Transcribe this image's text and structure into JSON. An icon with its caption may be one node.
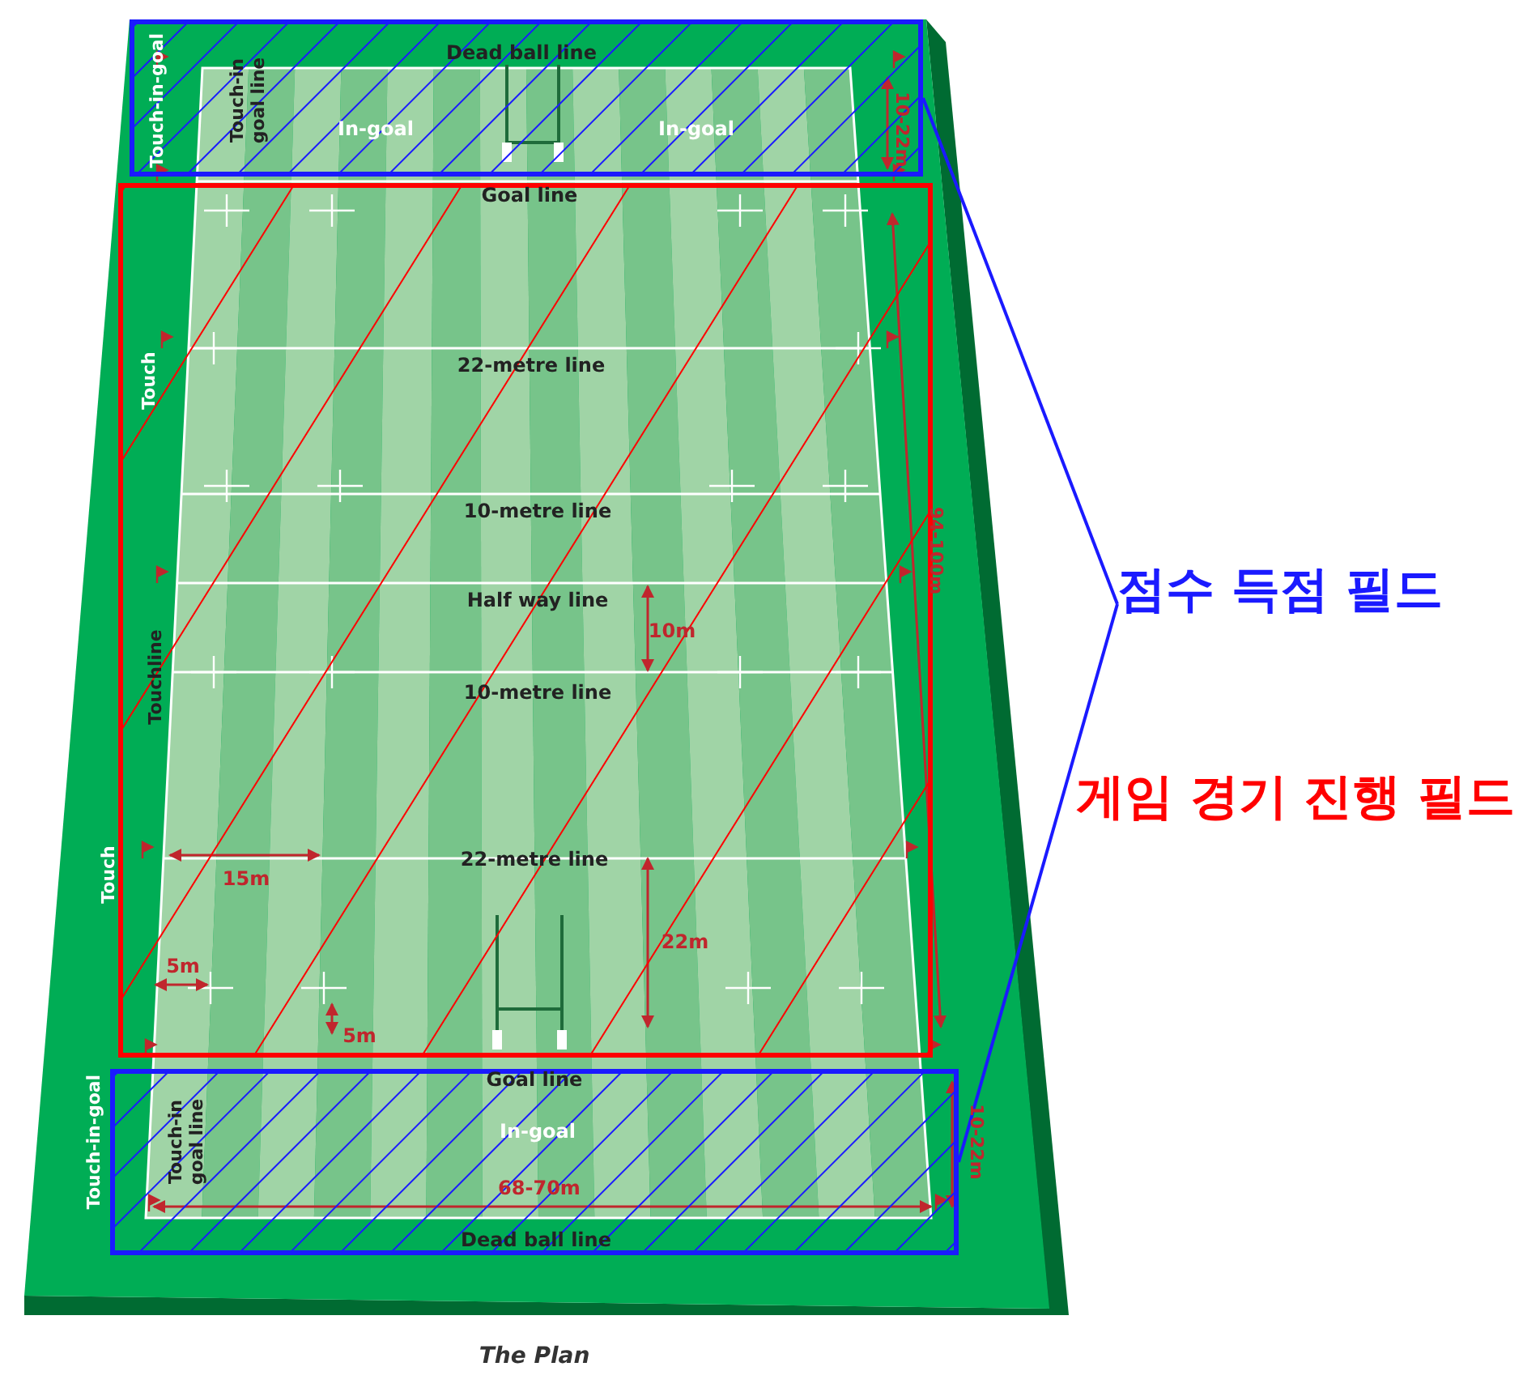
{
  "diagram": {
    "caption": "The Plan",
    "nodes": [
      {
        "text": [],
        "shape": "box"
      },
      {
        "text": [],
        "shape": "box"
      },
      {
        "text": [],
        "shape": "box"
      },
      {
        "text": [
          "점수 득점 필드"
        ]
      }
    ],
    "edges": [
      {
        "from": 3,
        "to": 0,
        "arrow": "none"
      },
      {
        "from": 3,
        "to": 2,
        "arrow": "none"
      }
    ],
    "labels": [
      "Dead ball line",
      "Touch-in-goal",
      "Touch-in goal line",
      "In-goal",
      "In-goal",
      "10-22m",
      "Goal line",
      "Touch",
      "22-metre line",
      "10-metre line",
      "Half way line",
      "10m",
      "94-100m",
      "Touchline",
      "10-metre line",
      "Touch",
      "22-metre line",
      "15m",
      "5m",
      "22m",
      "5m",
      "게임 경기 진행 필드",
      "Goal line",
      "Touch-in-goal",
      "Touch-in goal line",
      "In-goal",
      "68-70m",
      "10-22m",
      "Dead ball line"
    ]
  }
}
